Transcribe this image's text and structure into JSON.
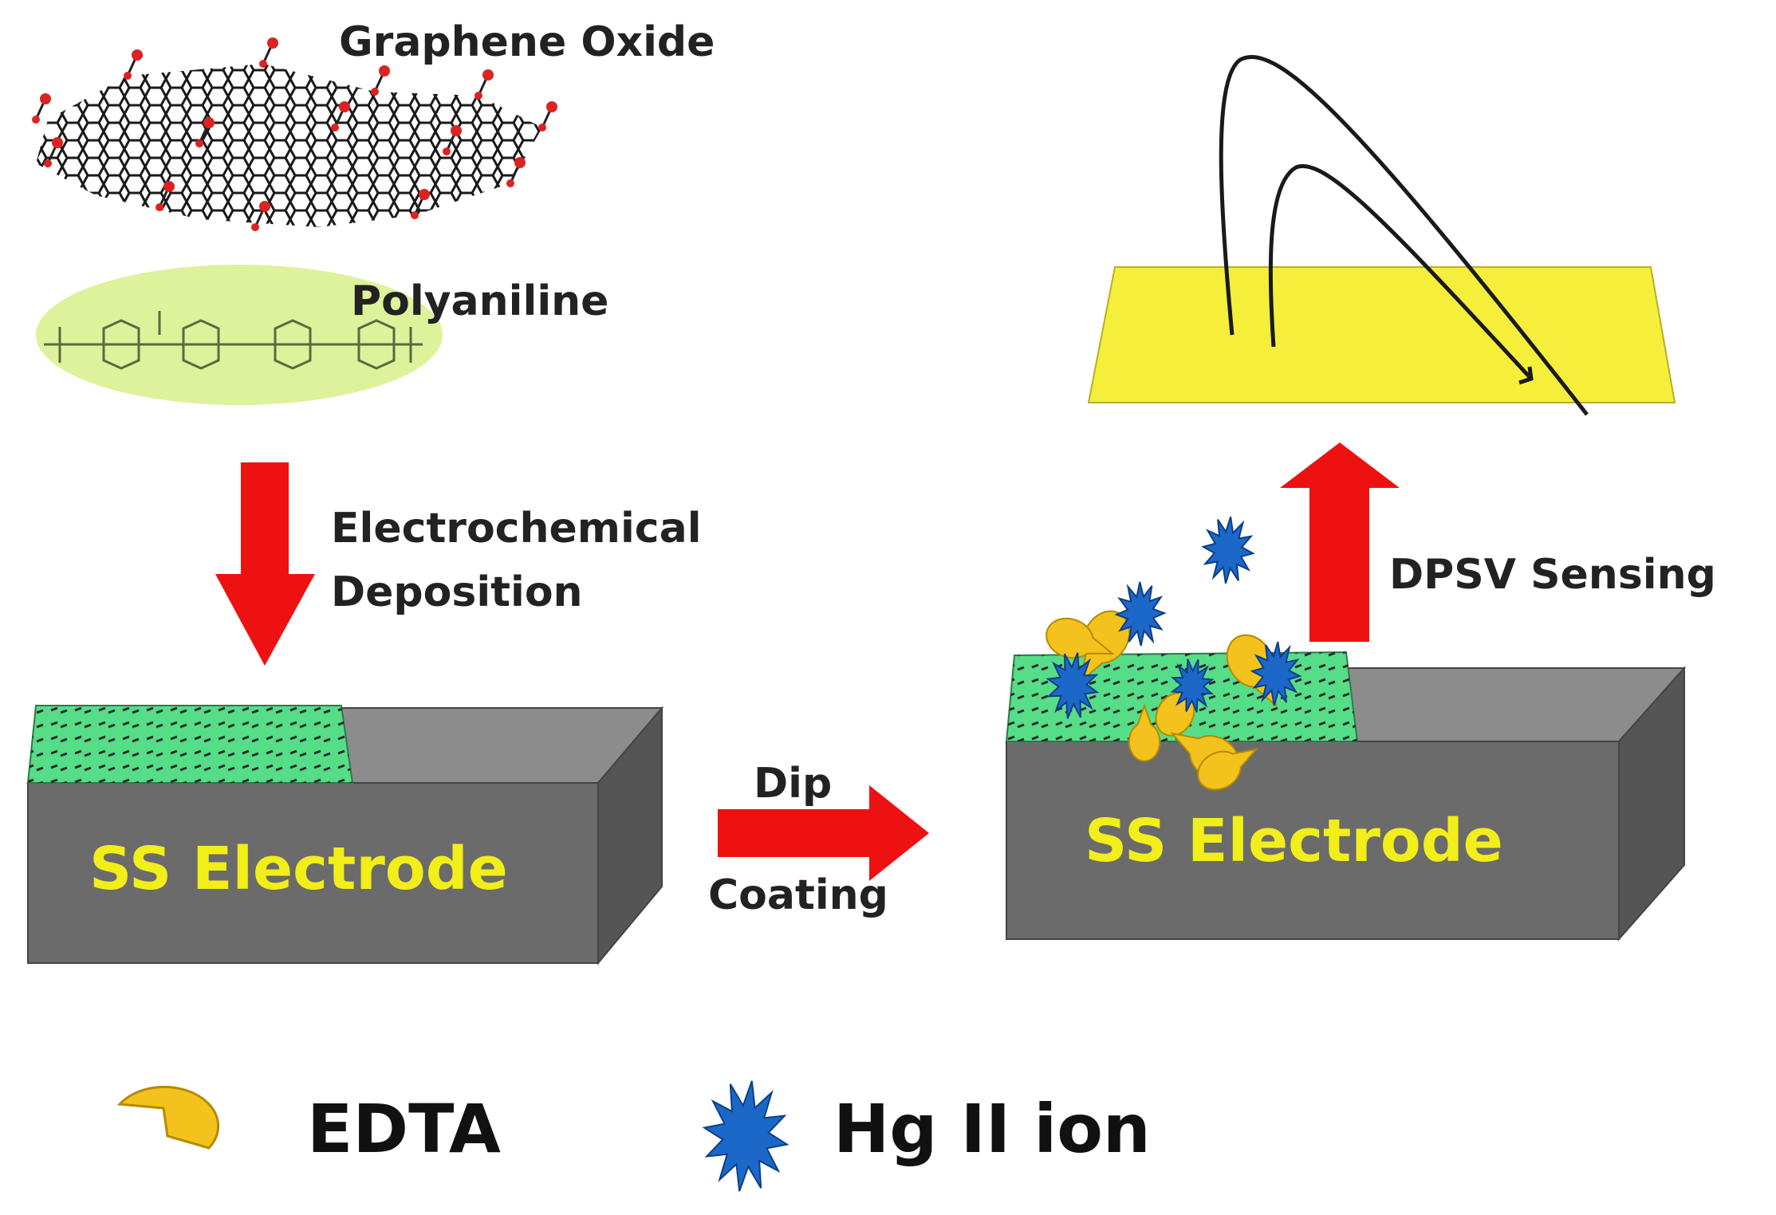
{
  "labels": {
    "graphene_oxide": "Graphene Oxide",
    "polyaniline": "Polyaniline",
    "electrochemical": "Electrochemical",
    "deposition": "Deposition",
    "dip": "Dip",
    "coating": "Coating",
    "dpsv_sensing": "DPSV Sensing"
  },
  "electrodes": {
    "left_label": "SS  Electrode",
    "right_label": "SS  Electrode"
  },
  "legend": {
    "edta": "EDTA",
    "hg_ion": "Hg II ion"
  },
  "colors": {
    "arrow_red": "#ee1111",
    "electrode_front": "#6b6b6b",
    "electrode_top": "#8c8c8c",
    "electrode_side": "#555555",
    "electrode_text": "#f2ee1a",
    "film_green": "#55dd88",
    "polyaniline_ellipse": "#ddf29b",
    "plot_yellow": "#f5ef3c",
    "edta_yellow": "#f3c21c",
    "hg_blue": "#1c68c9",
    "oxygen_red": "#dd2222"
  }
}
